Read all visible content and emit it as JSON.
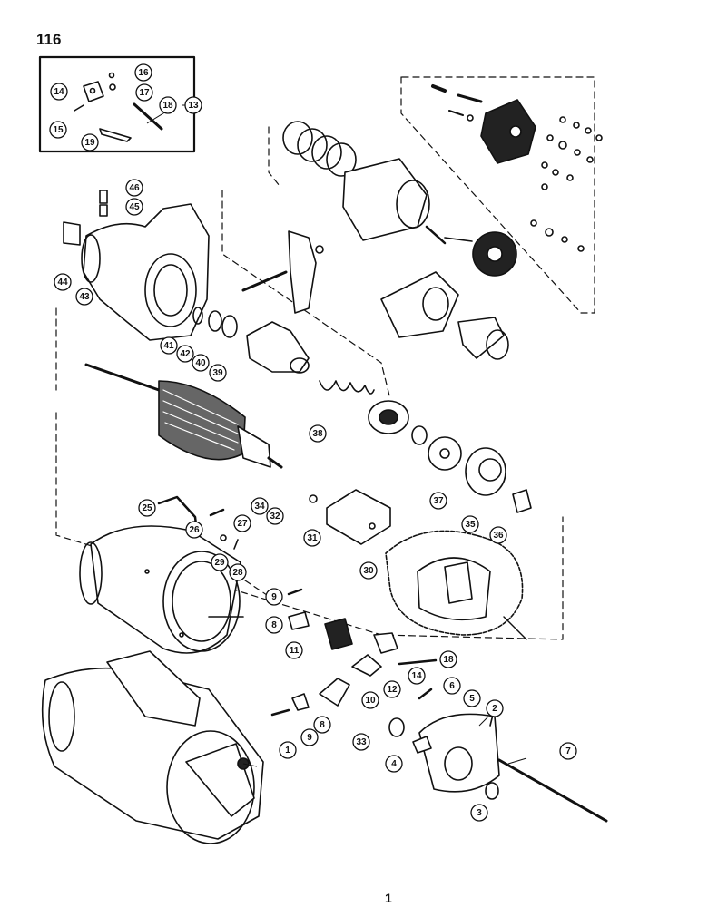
{
  "page": {
    "number": "116",
    "footer": "1"
  },
  "callouts": [
    {
      "id": "c1",
      "label": "1"
    },
    {
      "id": "c2",
      "label": "2"
    },
    {
      "id": "c3",
      "label": "3"
    },
    {
      "id": "c4",
      "label": "4"
    },
    {
      "id": "c5",
      "label": "5"
    },
    {
      "id": "c6",
      "label": "6"
    },
    {
      "id": "c7",
      "label": "7"
    },
    {
      "id": "c8a",
      "label": "8"
    },
    {
      "id": "c8b",
      "label": "8"
    },
    {
      "id": "c9a",
      "label": "9"
    },
    {
      "id": "c9b",
      "label": "9"
    },
    {
      "id": "c10",
      "label": "10"
    },
    {
      "id": "c11",
      "label": "11"
    },
    {
      "id": "c12",
      "label": "12"
    },
    {
      "id": "c13",
      "label": "13"
    },
    {
      "id": "c14a",
      "label": "14"
    },
    {
      "id": "c14b",
      "label": "14"
    },
    {
      "id": "c15",
      "label": "15"
    },
    {
      "id": "c16",
      "label": "16"
    },
    {
      "id": "c17",
      "label": "17"
    },
    {
      "id": "c18a",
      "label": "18"
    },
    {
      "id": "c18b",
      "label": "18"
    },
    {
      "id": "c19",
      "label": "19"
    },
    {
      "id": "c25",
      "label": "25"
    },
    {
      "id": "c26",
      "label": "26"
    },
    {
      "id": "c27",
      "label": "27"
    },
    {
      "id": "c28",
      "label": "28"
    },
    {
      "id": "c29",
      "label": "29"
    },
    {
      "id": "c30",
      "label": "30"
    },
    {
      "id": "c31",
      "label": "31"
    },
    {
      "id": "c32",
      "label": "32"
    },
    {
      "id": "c33",
      "label": "33"
    },
    {
      "id": "c34",
      "label": "34"
    },
    {
      "id": "c35",
      "label": "35"
    },
    {
      "id": "c36",
      "label": "36"
    },
    {
      "id": "c37",
      "label": "37"
    },
    {
      "id": "c38",
      "label": "38"
    },
    {
      "id": "c39",
      "label": "39"
    },
    {
      "id": "c40",
      "label": "40"
    },
    {
      "id": "c41",
      "label": "41"
    },
    {
      "id": "c42",
      "label": "42"
    },
    {
      "id": "c43",
      "label": "43"
    },
    {
      "id": "c44",
      "label": "44"
    },
    {
      "id": "c45",
      "label": "45"
    },
    {
      "id": "c46",
      "label": "46"
    }
  ],
  "colors": {
    "ink": "#111111",
    "paper": "#ffffff",
    "shade": "#8a8a8a"
  }
}
